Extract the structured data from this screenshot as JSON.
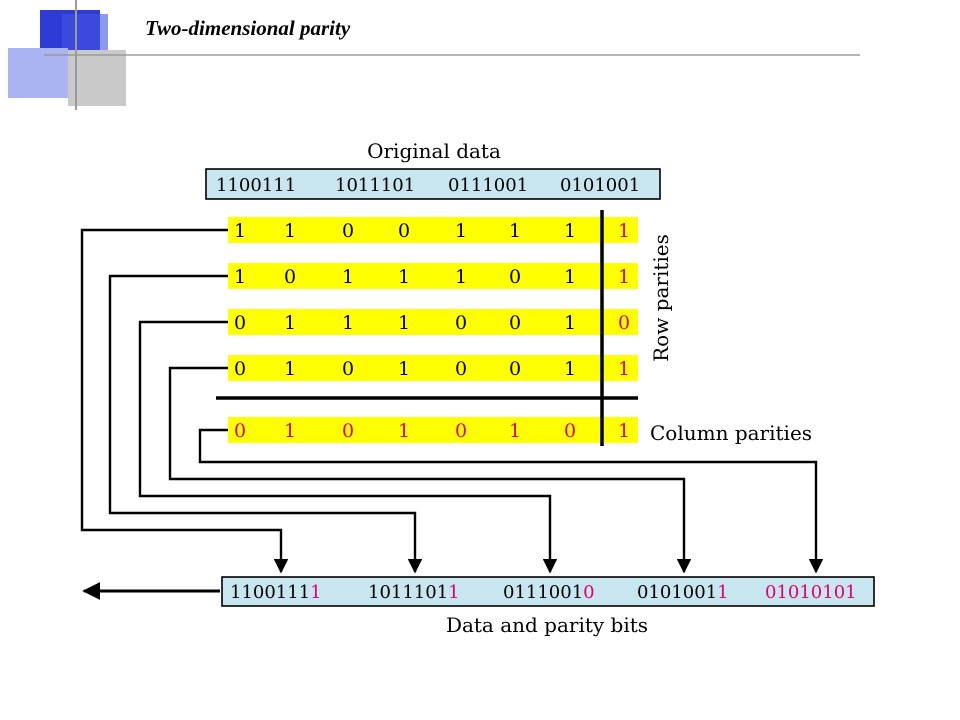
{
  "title": "Two-dimensional parity",
  "original_data": {
    "label": "Original data",
    "words": [
      "1100111",
      "1011101",
      "0111001",
      "0101001"
    ]
  },
  "data_rows": [
    {
      "bits": [
        "1",
        "1",
        "0",
        "0",
        "1",
        "1",
        "1"
      ],
      "parity": "1"
    },
    {
      "bits": [
        "1",
        "0",
        "1",
        "1",
        "1",
        "0",
        "1"
      ],
      "parity": "1"
    },
    {
      "bits": [
        "0",
        "1",
        "1",
        "1",
        "0",
        "0",
        "1"
      ],
      "parity": "0"
    },
    {
      "bits": [
        "0",
        "1",
        "0",
        "1",
        "0",
        "0",
        "1"
      ],
      "parity": "1"
    }
  ],
  "column_parity_row": {
    "bits": [
      "0",
      "1",
      "0",
      "1",
      "0",
      "1",
      "0"
    ],
    "parity": "1"
  },
  "row_parities_label": "Row parities",
  "column_parities_label": "Column parities",
  "output": {
    "label": "Data and parity bits",
    "words": [
      {
        "data": "1100111",
        "parity": "1"
      },
      {
        "data": "1011101",
        "parity": "1"
      },
      {
        "data": "0111001",
        "parity": "0"
      },
      {
        "data": "0101001",
        "parity": "1"
      },
      {
        "data": "",
        "parity": "01010101"
      }
    ]
  },
  "colors": {
    "highlight": "#ffff00",
    "box_fill": "#c8e6f0",
    "parity_text": "#e0006e",
    "slide_accent": "#2f3bd6"
  }
}
